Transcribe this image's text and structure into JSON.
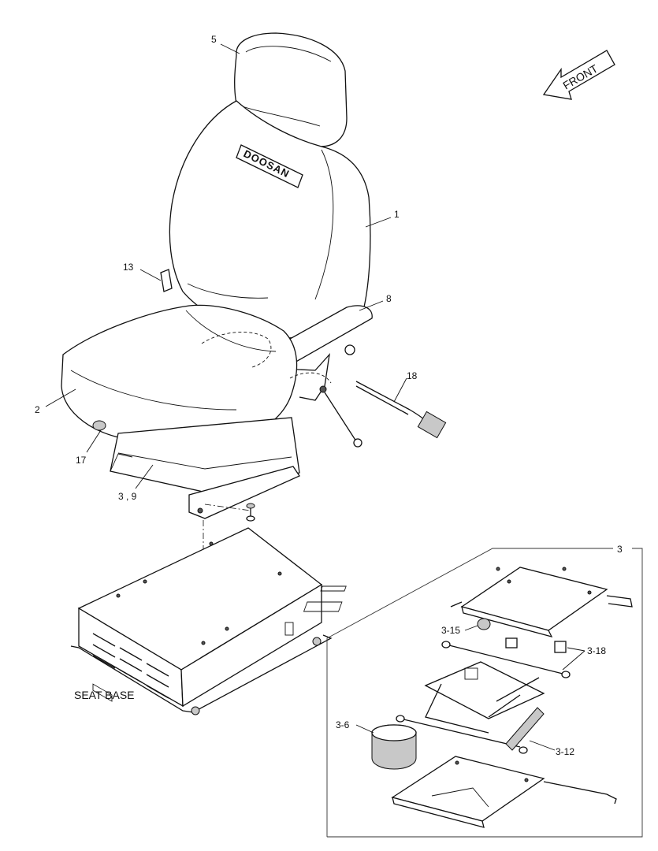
{
  "diagram": {
    "front_arrow": "FRONT",
    "brand_text": "DOOSAN",
    "seat_base_label": "SEAT BASE",
    "callouts": [
      {
        "id": "c5",
        "text": "5"
      },
      {
        "id": "c1",
        "text": "1"
      },
      {
        "id": "c13",
        "text": "13"
      },
      {
        "id": "c8",
        "text": "8"
      },
      {
        "id": "c18",
        "text": "18"
      },
      {
        "id": "c2",
        "text": "2"
      },
      {
        "id": "c17",
        "text": "17"
      },
      {
        "id": "c39",
        "text": "3 , 9"
      },
      {
        "id": "c3",
        "text": "3"
      },
      {
        "id": "c315",
        "text": "3-15"
      },
      {
        "id": "c318",
        "text": "3-18"
      },
      {
        "id": "c36",
        "text": "3-6"
      },
      {
        "id": "c312",
        "text": "3-12"
      }
    ]
  }
}
